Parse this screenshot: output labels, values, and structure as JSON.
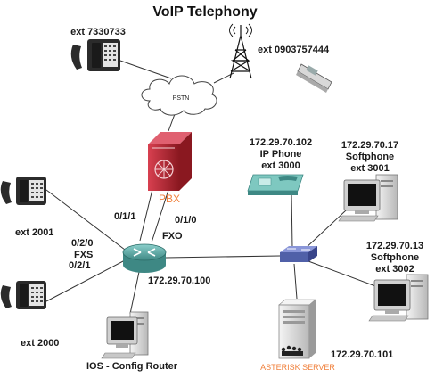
{
  "title": "VoIP Telephony",
  "colors": {
    "accent_orange": "#f0803c",
    "router_teal": "#5aa6a2",
    "switch_blue": "#5060a8",
    "pbx_red": "#b8202c"
  },
  "cloud": {
    "label": "PSTN"
  },
  "pstn_phone": {
    "ext": "ext 7330733"
  },
  "cell_phone": {
    "ext": "ext 0903757444"
  },
  "pbx": {
    "label": "PBX"
  },
  "ip_phone": {
    "ip": "172.29.70.102",
    "name": "IP Phone",
    "ext": "ext 3000"
  },
  "softphone1": {
    "ip": "172.29.70.17",
    "name": "Softphone",
    "ext": "ext 3001"
  },
  "softphone2": {
    "ip": "172.29.70.13",
    "name": "Softphone",
    "ext": "ext 3002"
  },
  "analog_phone1": {
    "ext": "ext 2001"
  },
  "analog_phone2": {
    "ext": "ext 2000"
  },
  "router": {
    "port_pbx_a": "0/1/1",
    "port_pbx_b": "0/1/0",
    "fxo_label": "FXO",
    "port_phone1": "0/2/0",
    "fxs_label": "FXS",
    "port_phone2": "0/2/1",
    "ip": "172.29.70.100"
  },
  "config_pc": {
    "label": "IOS - Config Router"
  },
  "asterisk": {
    "label": "ASTERISK SERVER",
    "ip": "172.29.70.101"
  }
}
